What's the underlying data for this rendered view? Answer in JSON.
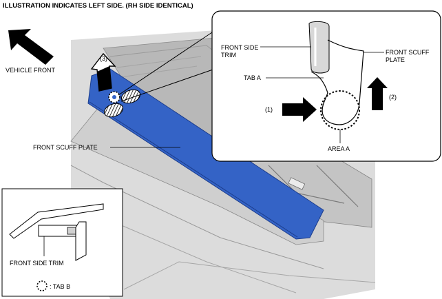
{
  "header": {
    "note": "ILLUSTRATION INDICATES LEFT SIDE. (RH SIDE IDENTICAL)"
  },
  "direction": {
    "label": "VEHICLE FRONT"
  },
  "main": {
    "scuff_plate_label": "FRONT SCUFF PLATE",
    "step_3": "(3)"
  },
  "detail": {
    "front_side_trim_line1": "FRONT SIDE",
    "front_side_trim_line2": "TRIM",
    "front_scuff_plate_line1": "FRONT SCUFF",
    "front_scuff_plate_line2": "PLATE",
    "tab_a": "TAB A",
    "step_1": "(1)",
    "step_2": "(2)",
    "area_a": "AREA A"
  },
  "inset": {
    "front_side_trim": "FRONT SIDE TRIM",
    "tab_b_legend": ": TAB B"
  },
  "colors": {
    "scuff_plate": "#3463c6",
    "scuff_plate_edge": "#1c3d8c",
    "body_panel": "#c8c8c8",
    "body_dark": "#9a9a9a"
  }
}
